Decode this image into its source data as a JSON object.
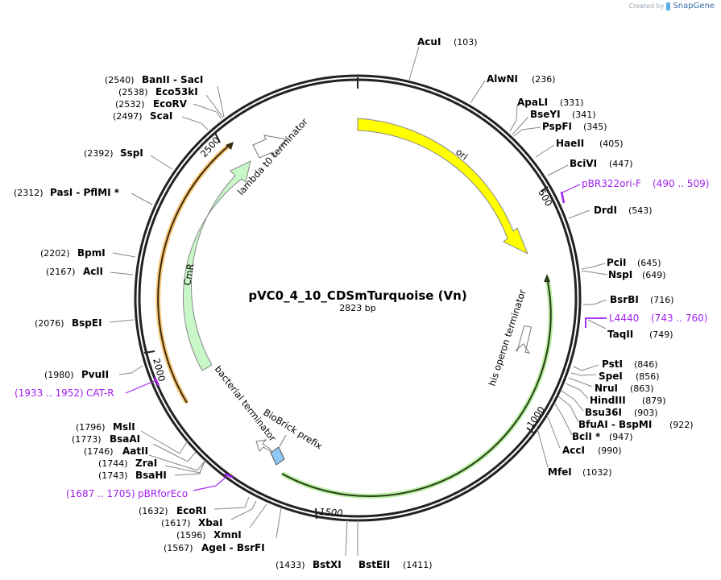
{
  "credit": {
    "prefix": "Created by",
    "brand": "SnapGene"
  },
  "plasmid": {
    "name": "pVC0_4_10_CDSmTurquoise (Vn)",
    "length_label": "2823 bp",
    "length": 2823
  },
  "ticks": [
    {
      "label": "500",
      "pos": 500
    },
    {
      "label": "1000",
      "pos": 1000
    },
    {
      "label": "1500",
      "pos": 1500
    },
    {
      "label": "2000",
      "pos": 2000
    },
    {
      "label": "2500",
      "pos": 2500
    }
  ],
  "features": [
    {
      "name": "ori",
      "color": "#ffff00",
      "type": "ori"
    },
    {
      "name": "his operon terminator",
      "color": "#b6f0a0",
      "type": "terminator"
    },
    {
      "name": "BioBrick prefix",
      "color": "#8fc7f5",
      "type": "misc"
    },
    {
      "name": "bacterial terminator",
      "color": "#ffffff",
      "type": "terminator"
    },
    {
      "name": "CmR",
      "color": "#c8f7c8",
      "type": "cds"
    },
    {
      "name": "lambda t0 terminator",
      "color": "#ffffff",
      "type": "terminator"
    }
  ],
  "sites_right": [
    {
      "name": "AcuI",
      "pos": "(103)"
    },
    {
      "name": "AlwNI",
      "pos": "(236)"
    },
    {
      "name": "ApaLI",
      "pos": "(331)"
    },
    {
      "name": "BseYI",
      "pos": "(341)"
    },
    {
      "name": "PspFI",
      "pos": "(345)"
    },
    {
      "name": "HaeII",
      "pos": "(405)"
    },
    {
      "name": "BciVI",
      "pos": "(447)"
    },
    {
      "name": "DrdI",
      "pos": "(543)"
    },
    {
      "name": "PciI",
      "pos": "(645)"
    },
    {
      "name": "NspI",
      "pos": "(649)"
    },
    {
      "name": "BsrBI",
      "pos": "(716)"
    },
    {
      "name": "TaqII",
      "pos": "(749)"
    },
    {
      "name": "PstI",
      "pos": "(846)"
    },
    {
      "name": "SpeI",
      "pos": "(856)"
    },
    {
      "name": "NruI",
      "pos": "(863)"
    },
    {
      "name": "HindIII",
      "pos": "(879)"
    },
    {
      "name": "Bsu36I",
      "pos": "(903)"
    },
    {
      "name": "BfuAI - BspMI",
      "pos": "(922)"
    },
    {
      "name": "BclI *",
      "pos": "(947)"
    },
    {
      "name": "AccI",
      "pos": "(990)"
    },
    {
      "name": "MfeI",
      "pos": "(1032)"
    }
  ],
  "sites_bottom": [
    {
      "name": "BstEII",
      "pos": "(1411)"
    },
    {
      "name": "BstXI",
      "pos": "(1433)"
    }
  ],
  "sites_left": [
    {
      "name": "AgeI - BsrFI",
      "pos": "(1567)"
    },
    {
      "name": "XmnI",
      "pos": "(1596)"
    },
    {
      "name": "XbaI",
      "pos": "(1617)"
    },
    {
      "name": "EcoRI",
      "pos": "(1632)"
    },
    {
      "name": "BsaHI",
      "pos": "(1743)"
    },
    {
      "name": "ZraI",
      "pos": "(1744)"
    },
    {
      "name": "AatII",
      "pos": "(1746)"
    },
    {
      "name": "BsaAI",
      "pos": "(1773)"
    },
    {
      "name": "MslI",
      "pos": "(1796)"
    },
    {
      "name": "PvuII",
      "pos": "(1980)"
    },
    {
      "name": "BspEI",
      "pos": "(2076)"
    },
    {
      "name": "AclI",
      "pos": "(2167)"
    },
    {
      "name": "BpmI",
      "pos": "(2202)"
    },
    {
      "name": "PasI - PflMI *",
      "pos": "(2312)"
    },
    {
      "name": "SspI",
      "pos": "(2392)"
    },
    {
      "name": "ScaI",
      "pos": "(2497)"
    },
    {
      "name": "EcoRV",
      "pos": "(2532)"
    },
    {
      "name": "Eco53kI",
      "pos": "(2538)"
    },
    {
      "name": "BanII - SacI",
      "pos": "(2540)"
    }
  ],
  "primers": [
    {
      "name": "pBR322ori-F",
      "range": "(490 .. 509)"
    },
    {
      "name": "L4440",
      "range": "(743 .. 760)"
    },
    {
      "name": "CAT-R",
      "range": "(1933 .. 1952)"
    },
    {
      "name": "pBRforEco",
      "range": "(1687 .. 1705)"
    }
  ],
  "colors": {
    "backbone": "#222222",
    "primer": "#a020f0",
    "leader": "#888888"
  }
}
